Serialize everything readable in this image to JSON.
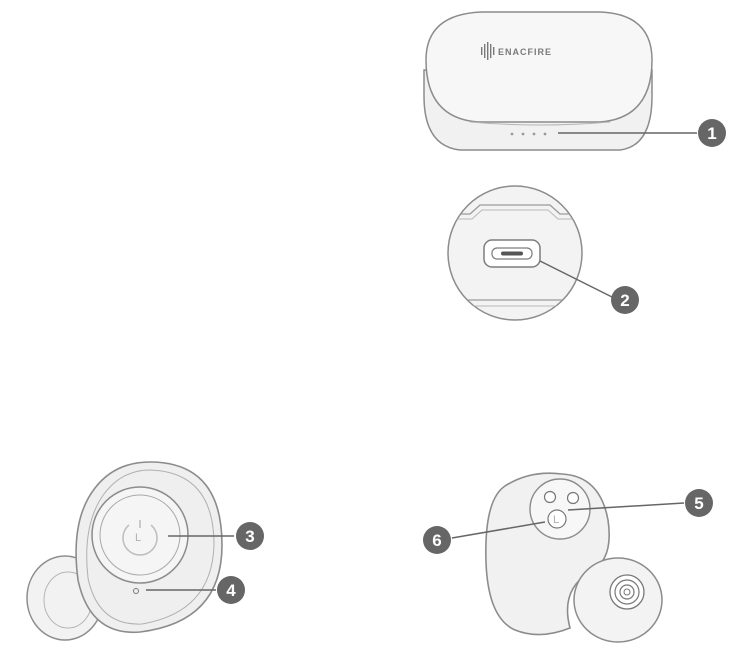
{
  "brand": {
    "logo_text": "ENACFIRE"
  },
  "earbud_marking": "L",
  "callouts": [
    {
      "number": "1",
      "part": "charging-case-indicator-leds"
    },
    {
      "number": "2",
      "part": "usb-c-charging-port"
    },
    {
      "number": "3",
      "part": "touch-control-panel"
    },
    {
      "number": "4",
      "part": "microphone"
    },
    {
      "number": "5",
      "part": "charging-contacts"
    },
    {
      "number": "6",
      "part": "left-right-marker"
    }
  ],
  "colors": {
    "outline": "#8c8c8c",
    "fill": "#f2f2f2",
    "callout_badge": "#666666"
  }
}
